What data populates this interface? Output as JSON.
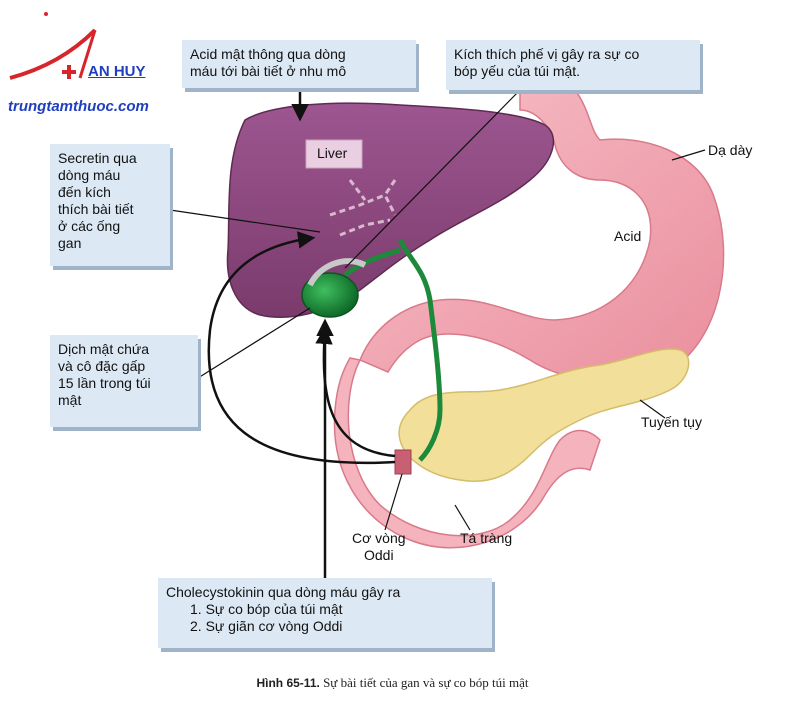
{
  "logo": {
    "brand": "AN HUY",
    "site": "trungtamthuoc.com",
    "brand_color": "#d7262b",
    "site_color": "#1f3fbf"
  },
  "callouts": {
    "bile_acids": "Acid mật thông qua dòng\nmáu tới bài tiết ở nhu mô",
    "vagal": "Kích thích phế vị gây ra sự co\nbóp yếu của túi mật.",
    "secretin": "Secretin qua\ndòng máu\nđến kích\nthích bài tiết\nở các ống\ngan",
    "bile_store": "Dịch mật chứa\nvà cô đặc gấp\n15 lần trong túi\nmật",
    "cck_title": "Cholecystokinin qua dòng máu gây ra",
    "cck_items": [
      "1. Sự co bóp của túi mật",
      "2. Sự giãn cơ vòng Oddi"
    ]
  },
  "labels": {
    "liver": "Liver",
    "stomach": "Dạ dày",
    "acid": "Acid",
    "pancreas": "Tuyến tụy",
    "sphincter": "Cơ vòng\nOddi",
    "duodenum": "Tá tràng"
  },
  "caption": {
    "figure": "Hình 65-11.",
    "text": "Sự bài tiết của gan và sự co bóp túi mật"
  },
  "colors": {
    "liver": "#8e4a7e",
    "stomach": "#f2a5b0",
    "pancreas": "#f1df9a",
    "gallbladder": "#1c8a3a",
    "callout_bg": "#dce9f5"
  }
}
